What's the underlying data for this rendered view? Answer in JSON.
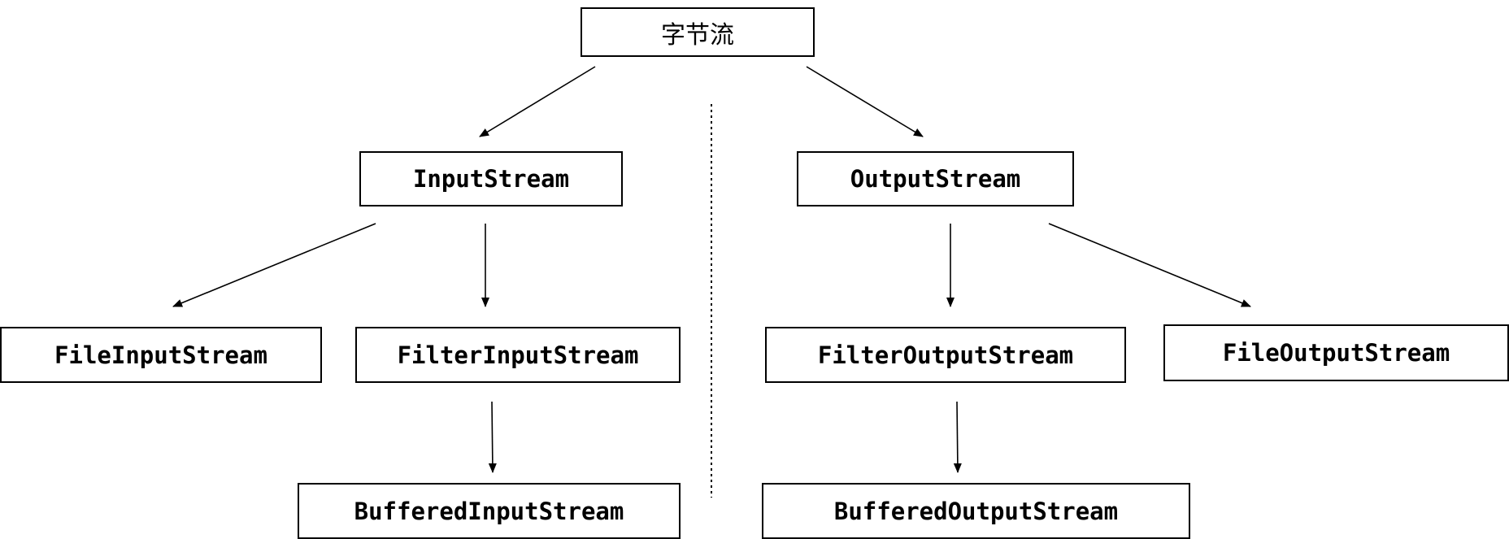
{
  "diagram": {
    "root": "字节流",
    "input_stream": "InputStream",
    "output_stream": "OutputStream",
    "file_input_stream": "FileInputStream",
    "filter_input_stream": "FilterInputStream",
    "buffered_input_stream": "BufferedInputStream",
    "filter_output_stream": "FilterOutputStream",
    "file_output_stream": "FileOutputStream",
    "buffered_output_stream": "BufferedOutputStream"
  },
  "edges": [
    [
      "root",
      "input_stream"
    ],
    [
      "root",
      "output_stream"
    ],
    [
      "input_stream",
      "file_input_stream"
    ],
    [
      "input_stream",
      "filter_input_stream"
    ],
    [
      "filter_input_stream",
      "buffered_input_stream"
    ],
    [
      "output_stream",
      "filter_output_stream"
    ],
    [
      "output_stream",
      "file_output_stream"
    ],
    [
      "filter_output_stream",
      "buffered_output_stream"
    ]
  ]
}
